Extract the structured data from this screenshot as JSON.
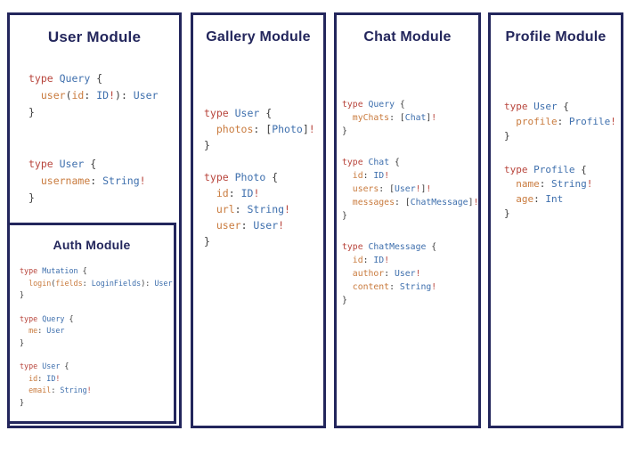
{
  "colors": {
    "border": "#23265c",
    "title": "#23265c",
    "kw": "#b8453c",
    "ty": "#3e6fad",
    "fld": "#c97b3e",
    "pn": "#3b3b3b",
    "bang": "#b8453c",
    "background": "#ffffff"
  },
  "modules": [
    {
      "title": "User Module",
      "blocks": [
        [
          [
            [
              "kw",
              "type "
            ],
            [
              "ty",
              "Query"
            ],
            [
              "pn",
              " {"
            ]
          ],
          [
            [
              "pn",
              "  "
            ],
            [
              "fld",
              "user"
            ],
            [
              "pn",
              "("
            ],
            [
              "fld",
              "id"
            ],
            [
              "pn",
              ": "
            ],
            [
              "ty",
              "ID"
            ],
            [
              "bang",
              "!"
            ],
            [
              "pn",
              "): "
            ],
            [
              "ty",
              "User"
            ]
          ],
          [
            [
              "pn",
              "}"
            ]
          ]
        ],
        [
          [
            [
              "kw",
              "type "
            ],
            [
              "ty",
              "User"
            ],
            [
              "pn",
              " {"
            ]
          ],
          [
            [
              "pn",
              "  "
            ],
            [
              "fld",
              "username"
            ],
            [
              "pn",
              ": "
            ],
            [
              "ty",
              "String"
            ],
            [
              "bang",
              "!"
            ]
          ],
          [
            [
              "pn",
              "}"
            ]
          ]
        ]
      ],
      "submodule": {
        "title": "Auth Module",
        "blocks": [
          [
            [
              [
                "kw",
                "type "
              ],
              [
                "ty",
                "Mutation"
              ],
              [
                "pn",
                " {"
              ]
            ],
            [
              [
                "pn",
                "  "
              ],
              [
                "fld",
                "login"
              ],
              [
                "pn",
                "("
              ],
              [
                "fld",
                "fields"
              ],
              [
                "pn",
                ": "
              ],
              [
                "ty",
                "LoginFields"
              ],
              [
                "pn",
                "): "
              ],
              [
                "ty",
                "User"
              ]
            ],
            [
              [
                "pn",
                "}"
              ]
            ]
          ],
          [
            [
              [
                "kw",
                "type "
              ],
              [
                "ty",
                "Query"
              ],
              [
                "pn",
                " {"
              ]
            ],
            [
              [
                "pn",
                "  "
              ],
              [
                "fld",
                "me"
              ],
              [
                "pn",
                ": "
              ],
              [
                "ty",
                "User"
              ]
            ],
            [
              [
                "pn",
                "}"
              ]
            ]
          ],
          [
            [
              [
                "kw",
                "type "
              ],
              [
                "ty",
                "User"
              ],
              [
                "pn",
                " {"
              ]
            ],
            [
              [
                "pn",
                "  "
              ],
              [
                "fld",
                "id"
              ],
              [
                "pn",
                ": "
              ],
              [
                "ty",
                "ID"
              ],
              [
                "bang",
                "!"
              ]
            ],
            [
              [
                "pn",
                "  "
              ],
              [
                "fld",
                "email"
              ],
              [
                "pn",
                ": "
              ],
              [
                "ty",
                "String"
              ],
              [
                "bang",
                "!"
              ]
            ],
            [
              [
                "pn",
                "}"
              ]
            ]
          ]
        ]
      }
    },
    {
      "title": "Gallery Module",
      "blocks": [
        [
          [
            [
              "kw",
              "type "
            ],
            [
              "ty",
              "User"
            ],
            [
              "pn",
              " {"
            ]
          ],
          [
            [
              "pn",
              "  "
            ],
            [
              "fld",
              "photos"
            ],
            [
              "pn",
              ": ["
            ],
            [
              "ty",
              "Photo"
            ],
            [
              "pn",
              "]"
            ],
            [
              "bang",
              "!"
            ]
          ],
          [
            [
              "pn",
              "}"
            ]
          ]
        ],
        [
          [
            [
              "kw",
              "type "
            ],
            [
              "ty",
              "Photo"
            ],
            [
              "pn",
              " {"
            ]
          ],
          [
            [
              "pn",
              "  "
            ],
            [
              "fld",
              "id"
            ],
            [
              "pn",
              ": "
            ],
            [
              "ty",
              "ID"
            ],
            [
              "bang",
              "!"
            ]
          ],
          [
            [
              "pn",
              "  "
            ],
            [
              "fld",
              "url"
            ],
            [
              "pn",
              ": "
            ],
            [
              "ty",
              "String"
            ],
            [
              "bang",
              "!"
            ]
          ],
          [
            [
              "pn",
              "  "
            ],
            [
              "fld",
              "user"
            ],
            [
              "pn",
              ": "
            ],
            [
              "ty",
              "User"
            ],
            [
              "bang",
              "!"
            ]
          ],
          [
            [
              "pn",
              "}"
            ]
          ]
        ]
      ]
    },
    {
      "title": "Chat Module",
      "blocks": [
        [
          [
            [
              "kw",
              "type "
            ],
            [
              "ty",
              "Query"
            ],
            [
              "pn",
              " {"
            ]
          ],
          [
            [
              "pn",
              "  "
            ],
            [
              "fld",
              "myChats"
            ],
            [
              "pn",
              ": ["
            ],
            [
              "ty",
              "Chat"
            ],
            [
              "pn",
              "]"
            ],
            [
              "bang",
              "!"
            ]
          ],
          [
            [
              "pn",
              "}"
            ]
          ]
        ],
        [
          [
            [
              "kw",
              "type "
            ],
            [
              "ty",
              "Chat"
            ],
            [
              "pn",
              " {"
            ]
          ],
          [
            [
              "pn",
              "  "
            ],
            [
              "fld",
              "id"
            ],
            [
              "pn",
              ": "
            ],
            [
              "ty",
              "ID"
            ],
            [
              "bang",
              "!"
            ]
          ],
          [
            [
              "pn",
              "  "
            ],
            [
              "fld",
              "users"
            ],
            [
              "pn",
              ": ["
            ],
            [
              "ty",
              "User"
            ],
            [
              "bang",
              "!"
            ],
            [
              "pn",
              "]"
            ],
            [
              "bang",
              "!"
            ]
          ],
          [
            [
              "pn",
              "  "
            ],
            [
              "fld",
              "messages"
            ],
            [
              "pn",
              ": ["
            ],
            [
              "ty",
              "ChatMessage"
            ],
            [
              "pn",
              "]"
            ],
            [
              "bang",
              "!"
            ]
          ],
          [
            [
              "pn",
              "}"
            ]
          ]
        ],
        [
          [
            [
              "kw",
              "type "
            ],
            [
              "ty",
              "ChatMessage"
            ],
            [
              "pn",
              " {"
            ]
          ],
          [
            [
              "pn",
              "  "
            ],
            [
              "fld",
              "id"
            ],
            [
              "pn",
              ": "
            ],
            [
              "ty",
              "ID"
            ],
            [
              "bang",
              "!"
            ]
          ],
          [
            [
              "pn",
              "  "
            ],
            [
              "fld",
              "author"
            ],
            [
              "pn",
              ": "
            ],
            [
              "ty",
              "User"
            ],
            [
              "bang",
              "!"
            ]
          ],
          [
            [
              "pn",
              "  "
            ],
            [
              "fld",
              "content"
            ],
            [
              "pn",
              ": "
            ],
            [
              "ty",
              "String"
            ],
            [
              "bang",
              "!"
            ]
          ],
          [
            [
              "pn",
              "}"
            ]
          ]
        ]
      ]
    },
    {
      "title": "Profile Module",
      "blocks": [
        [
          [
            [
              "kw",
              "type "
            ],
            [
              "ty",
              "User"
            ],
            [
              "pn",
              " {"
            ]
          ],
          [
            [
              "pn",
              "  "
            ],
            [
              "fld",
              "profile"
            ],
            [
              "pn",
              ": "
            ],
            [
              "ty",
              "Profile"
            ],
            [
              "bang",
              "!"
            ]
          ],
          [
            [
              "pn",
              "}"
            ]
          ]
        ],
        [
          [
            [
              "kw",
              "type "
            ],
            [
              "ty",
              "Profile"
            ],
            [
              "pn",
              " {"
            ]
          ],
          [
            [
              "pn",
              "  "
            ],
            [
              "fld",
              "name"
            ],
            [
              "pn",
              ": "
            ],
            [
              "ty",
              "String"
            ],
            [
              "bang",
              "!"
            ]
          ],
          [
            [
              "pn",
              "  "
            ],
            [
              "fld",
              "age"
            ],
            [
              "pn",
              ": "
            ],
            [
              "ty",
              "Int"
            ]
          ],
          [
            [
              "pn",
              "}"
            ]
          ]
        ]
      ]
    }
  ]
}
